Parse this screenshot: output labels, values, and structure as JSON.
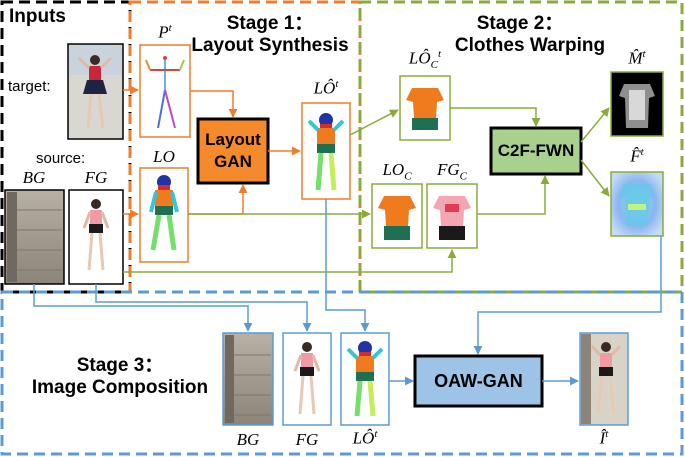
{
  "inputs": {
    "title": "Inputs",
    "target_label": "target:",
    "source_label": "source:",
    "bg_label": "BG",
    "fg_label": "FG"
  },
  "stage1": {
    "title_line1": "Stage 1：",
    "title_line2": "Layout Synthesis",
    "pose_label": "P",
    "pose_sup": "t",
    "lo_label": "LO",
    "module_line1": "Layout",
    "module_line2": "GAN",
    "out_label": "LÔ",
    "out_sup": "t"
  },
  "stage2": {
    "title_line1": "Stage 2：",
    "title_line2": "Clothes Warping",
    "loc_hat_label": "LÔ",
    "loc_hat_sub": "C",
    "loc_hat_sup": "t",
    "loc_label": "LO",
    "loc_sub": "C",
    "fgc_label": "FG",
    "fgc_sub": "C",
    "module": "C2F-FWN",
    "mask_label": "M̂",
    "mask_sup": "t",
    "flow_label": "F̂",
    "flow_sup": "t"
  },
  "stage3": {
    "title_line1": "Stage 3：",
    "title_line2": "Image Composition",
    "bg_label": "BG",
    "fg_label": "FG",
    "lo_label": "LÔ",
    "lo_sup": "t",
    "module": "OAW-GAN",
    "out_label": "Î",
    "out_sup": "t"
  },
  "colors": {
    "stage1": "#f07d2a",
    "stage2": "#8aab3c",
    "stage3": "#5b9bd5",
    "layout_gan_fill": "#f58a2c",
    "c2f_fill": "#a9d18e",
    "oaw_fill": "#9dc3e6"
  }
}
